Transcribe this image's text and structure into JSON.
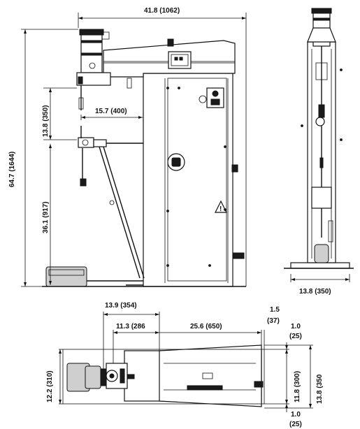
{
  "dimensions": {
    "overall_width": "41.8 (1062)",
    "overall_height": "64.7 (1644)",
    "upper_arm_height": "13.8 (350)",
    "arm_reach": "15.7 (400)",
    "lower_arm_height": "36.1 (917)",
    "side_base_width": "13.8 (350)",
    "plan_13_9": "13.9 (354)",
    "plan_11_3": "11.3 (286",
    "plan_25_6": "25.6 (650)",
    "plan_1_5_a": "1.5",
    "plan_1_5_b": "(37)",
    "plan_1_0_top_a": "1.0",
    "plan_1_0_top_b": "(25)",
    "plan_12_2": "12.2 (310)",
    "plan_11_8": "11.8 (300)",
    "plan_13_8": "13.8 (350",
    "plan_1_0_bot_a": "1.0",
    "plan_1_0_bot_b": "(25)"
  },
  "symbols": {
    "warning_mark": "!"
  }
}
